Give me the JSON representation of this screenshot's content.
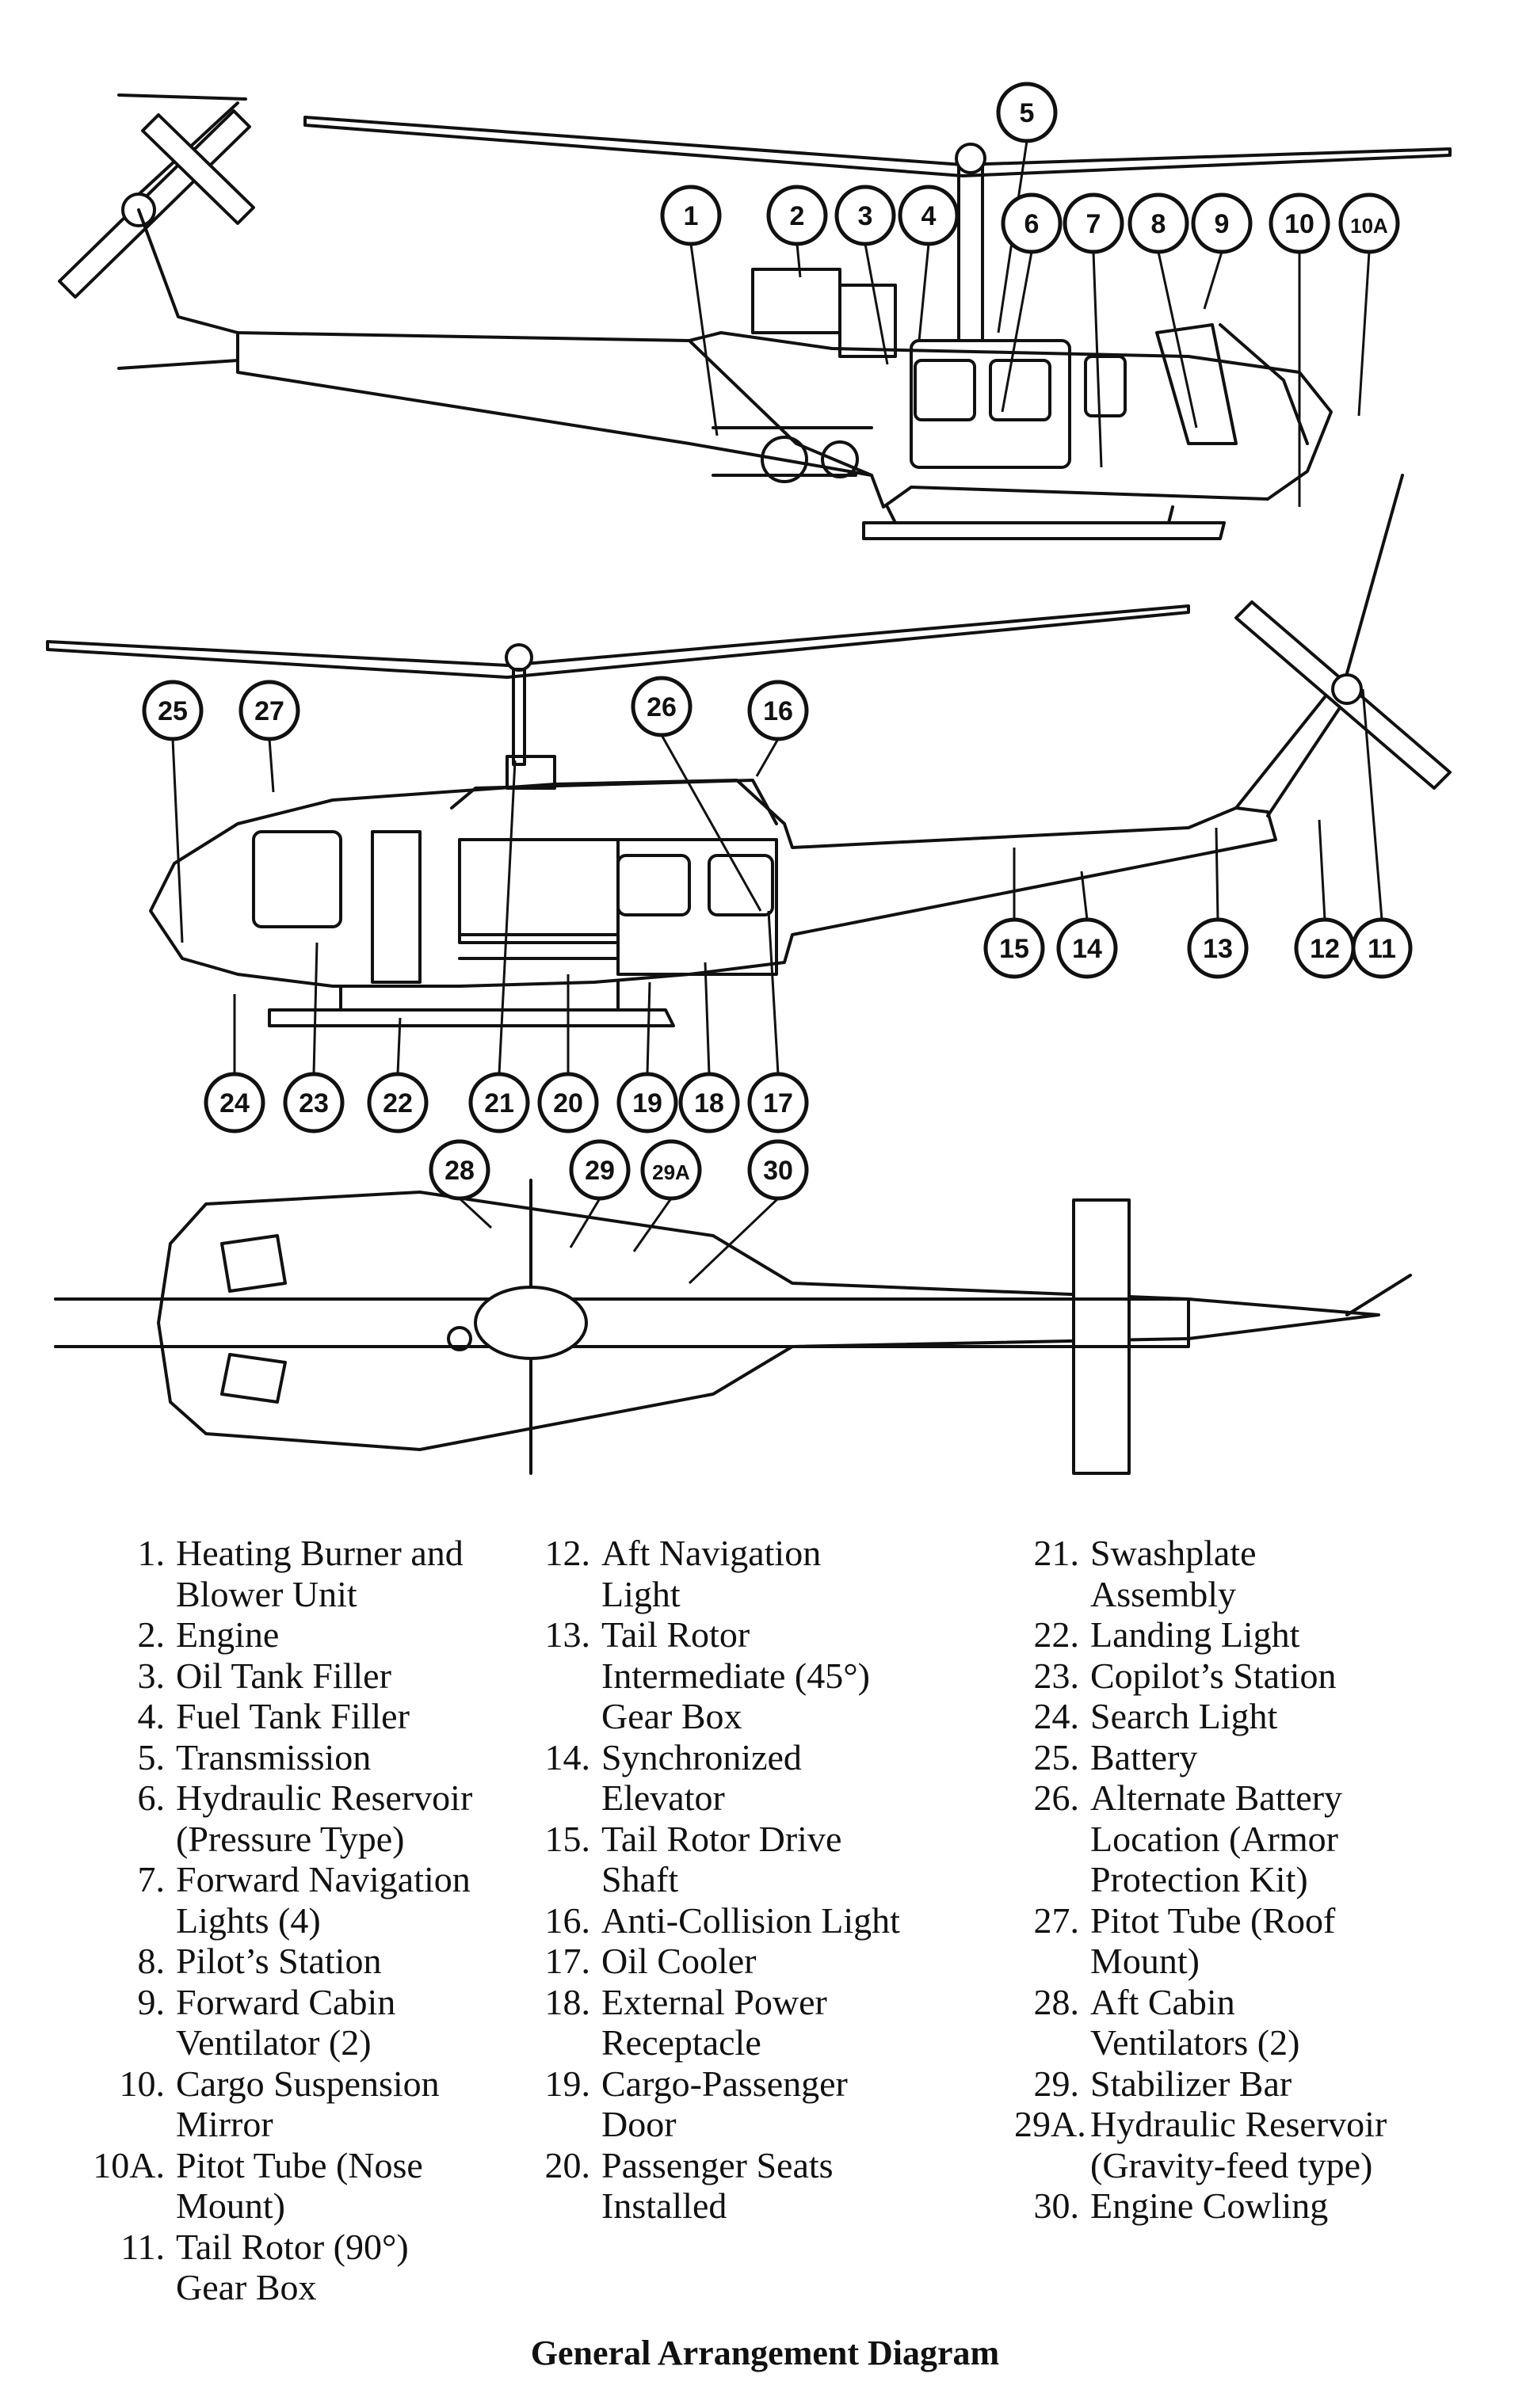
{
  "diagram": {
    "callout_labels": {
      "side_right": [
        "1",
        "2",
        "3",
        "4",
        "5",
        "6",
        "7",
        "8",
        "9",
        "10",
        "10A"
      ],
      "side_left": [
        "25",
        "27",
        "26",
        "16",
        "15",
        "14",
        "13",
        "12",
        "11",
        "24",
        "23",
        "22",
        "21",
        "20",
        "19",
        "18",
        "17"
      ],
      "top_view": [
        "28",
        "29",
        "29A",
        "30"
      ]
    }
  },
  "legend": {
    "columns": [
      [
        {
          "num": "1.",
          "text": [
            "Heating Burner and",
            "Blower Unit"
          ]
        },
        {
          "num": "2.",
          "text": [
            "Engine"
          ]
        },
        {
          "num": "3.",
          "text": [
            "Oil Tank Filler"
          ]
        },
        {
          "num": "4.",
          "text": [
            "Fuel Tank Filler"
          ]
        },
        {
          "num": "5.",
          "text": [
            "Transmission"
          ]
        },
        {
          "num": "6.",
          "text": [
            "Hydraulic Reservoir",
            "(Pressure Type)"
          ]
        },
        {
          "num": "7.",
          "text": [
            "Forward Navigation",
            "Lights (4)"
          ]
        },
        {
          "num": "8.",
          "text": [
            "Pilot’s Station"
          ]
        },
        {
          "num": "9.",
          "text": [
            "Forward Cabin",
            "Ventilator (2)"
          ]
        },
        {
          "num": "10.",
          "text": [
            "Cargo Suspension",
            "Mirror"
          ]
        },
        {
          "num": "10A.",
          "text": [
            "Pitot Tube (Nose",
            "Mount)"
          ]
        },
        {
          "num": "11.",
          "text": [
            "Tail Rotor (90°)",
            "Gear Box"
          ]
        }
      ],
      [
        {
          "num": "12.",
          "text": [
            "Aft Navigation",
            "Light"
          ]
        },
        {
          "num": "13.",
          "text": [
            "Tail Rotor",
            "Intermediate (45°)",
            "Gear Box"
          ]
        },
        {
          "num": "14.",
          "text": [
            "Synchronized",
            "Elevator"
          ]
        },
        {
          "num": "15.",
          "text": [
            "Tail Rotor Drive",
            "Shaft"
          ]
        },
        {
          "num": "16.",
          "text": [
            "Anti-Collision Light"
          ]
        },
        {
          "num": "17.",
          "text": [
            "Oil Cooler"
          ]
        },
        {
          "num": "18.",
          "text": [
            "External Power",
            "Receptacle"
          ]
        },
        {
          "num": "19.",
          "text": [
            "Cargo-Passenger",
            "Door"
          ]
        },
        {
          "num": "20.",
          "text": [
            "Passenger Seats",
            "Installed"
          ]
        }
      ],
      [
        {
          "num": "21.",
          "text": [
            "Swashplate",
            "Assembly"
          ]
        },
        {
          "num": "22.",
          "text": [
            "Landing Light"
          ]
        },
        {
          "num": "23.",
          "text": [
            "Copilot’s Station"
          ]
        },
        {
          "num": "24.",
          "text": [
            "Search Light"
          ]
        },
        {
          "num": "25.",
          "text": [
            "Battery"
          ]
        },
        {
          "num": "26.",
          "text": [
            "Alternate Battery",
            "Location (Armor",
            "Protection Kit)"
          ]
        },
        {
          "num": "27.",
          "text": [
            "Pitot Tube (Roof",
            "Mount)"
          ]
        },
        {
          "num": "28.",
          "text": [
            "Aft Cabin",
            "Ventilators (2)"
          ]
        },
        {
          "num": "29.",
          "text": [
            "Stabilizer Bar"
          ]
        },
        {
          "num": "29A.",
          "text": [
            "Hydraulic Reservoir",
            "(Gravity-feed type)"
          ]
        },
        {
          "num": "30.",
          "text": [
            "Engine Cowling"
          ]
        }
      ]
    ]
  },
  "caption": "General Arrangement Diagram"
}
